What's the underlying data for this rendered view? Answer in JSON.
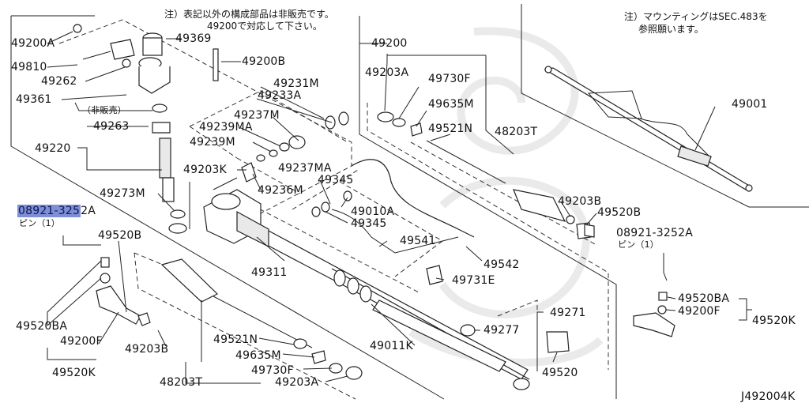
{
  "notes": {
    "top_center_1": "注）表記以外の構成部品は非販売です。",
    "top_center_2": "49200で対応して下さい。",
    "top_right_1": "注）マウンティングはSEC.483を",
    "top_right_2": "参照願います。"
  },
  "labels": {
    "p49200A": "49200A",
    "p49369": "49369",
    "p49810": "49810",
    "p49200B_top": "49200B",
    "p49262": "49262",
    "p49361": "49361",
    "hihanbai": "（非販売）",
    "p49263": "49263",
    "p49220": "49220",
    "p49231M": "49231M",
    "p49233A": "49233A",
    "p49237M_a": "49237M",
    "p49239MA": "49239MA",
    "p49239M": "49239M",
    "p49237MA": "49237MA",
    "p49203K": "49203K",
    "p49236M": "49236M",
    "p49345_a": "49345",
    "p49273M": "49273M",
    "p08921_hl": "08921-325",
    "p08921_tail": "2A",
    "pin_left": "ピン（1）",
    "p49520B_left": "49520B",
    "p49010A": "49010A",
    "p49345_b": "49345",
    "p49541": "49541",
    "p49542": "49542",
    "p49731E": "49731E",
    "p49311": "49311",
    "p49200": "49200",
    "p49203A_top": "49203A",
    "p49730F_top": "49730F",
    "p49635M_top": "49635M",
    "p49521N_top": "49521N",
    "p48203T_top": "48203T",
    "p49203B_right": "49203B",
    "p49520B_right": "49520B",
    "p08921_right": "08921-3252A",
    "pin_right": "ピン（1）",
    "p49001": "49001",
    "p49520BA_left": "49520BA",
    "p49200F_left": "49200F",
    "p49520K_left": "49520K",
    "p49203B_left": "49203B",
    "p49521N_bot": "49521N",
    "p49635M_bot": "49635M",
    "p49730F_bot": "49730F",
    "p49203A_bot": "49203A",
    "p48203T_bot": "48203T",
    "p49011K": "49011K",
    "p49277": "49277",
    "p49271": "49271",
    "p49520": "49520",
    "p49520BA_right": "49520BA",
    "p49200F_right": "49200F",
    "p49520K_right": "49520K",
    "diagram_code": "J492004K"
  },
  "colors": {
    "highlight_bg": "#7f8fd6",
    "line": "#222222",
    "watermark": "#e8e8e8"
  }
}
